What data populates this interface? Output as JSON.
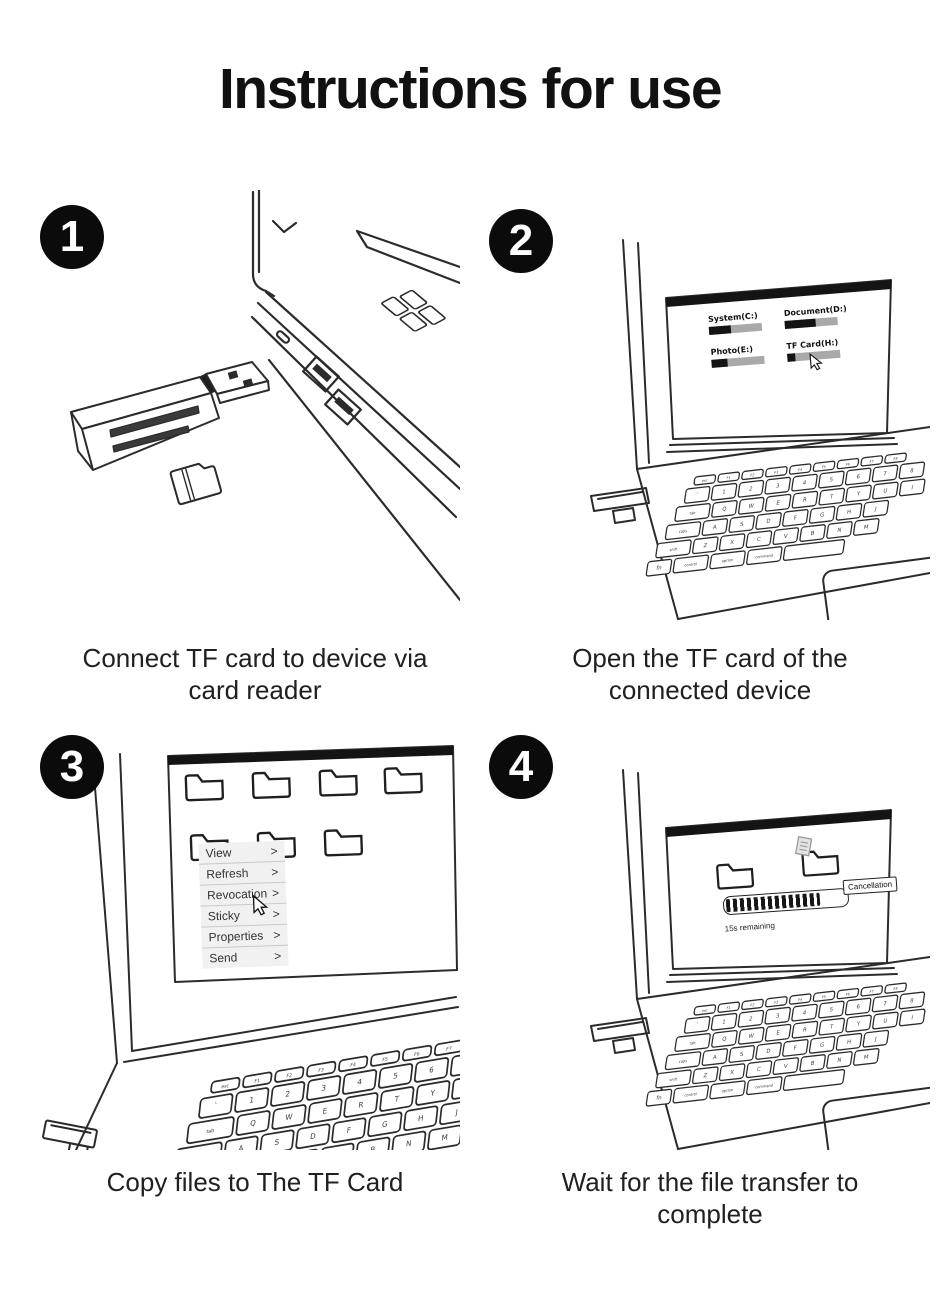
{
  "page": {
    "title": "Instructions for use",
    "background": "#ffffff"
  },
  "steps": [
    {
      "number": "1",
      "caption": "Connect TF card to device via card reader"
    },
    {
      "number": "2",
      "caption": "Open the TF card of the connected device"
    },
    {
      "number": "3",
      "caption": "Copy files to The TF Card"
    },
    {
      "number": "4",
      "caption": "Wait for the file transfer to complete"
    }
  ],
  "screen2": {
    "drives": [
      {
        "label": "System(C:)",
        "used_pct": 42
      },
      {
        "label": "Document(D:)",
        "used_pct": 58
      },
      {
        "label": "Photo(E:)",
        "used_pct": 30
      },
      {
        "label": "TF Card(H:)",
        "used_pct": 15
      }
    ]
  },
  "screen3": {
    "arrow_char": ">",
    "menu_items": [
      {
        "label": "View"
      },
      {
        "label": "Refresh"
      },
      {
        "label": "Revocation"
      },
      {
        "label": "Sticky"
      },
      {
        "label": "Properties"
      },
      {
        "label": "Send"
      }
    ]
  },
  "screen4": {
    "progress_pct": 78,
    "remaining_label": "15s remaining",
    "cancel_label": "Cancellation"
  },
  "keyboard": {
    "rows": [
      [
        "esc",
        "F1",
        "F2",
        "F3",
        "F4",
        "F5",
        "F6",
        "F7",
        "F8"
      ],
      [
        "`",
        "1",
        "2",
        "3",
        "4",
        "5",
        "6",
        "7",
        "8"
      ],
      [
        "tab",
        "Q",
        "W",
        "E",
        "R",
        "T",
        "Y",
        "U",
        "I"
      ],
      [
        "caps",
        "A",
        "S",
        "D",
        "F",
        "G",
        "H",
        "J"
      ],
      [
        "shift",
        "Z",
        "X",
        "C",
        "V",
        "B",
        "N",
        "M"
      ],
      [
        "fn",
        "control",
        "option",
        "command",
        ""
      ]
    ]
  },
  "colors": {
    "ink": "#2b2b2b",
    "screen_bar": "#141414",
    "bar_fill": "#141414",
    "bar_track": "#a9a9a9",
    "menu_bg": "#f1f1f1"
  },
  "icons": {
    "cursor": "arrow-pointer",
    "folder": "folder-outline",
    "document": "file-page",
    "badge": "numbered-circle"
  }
}
